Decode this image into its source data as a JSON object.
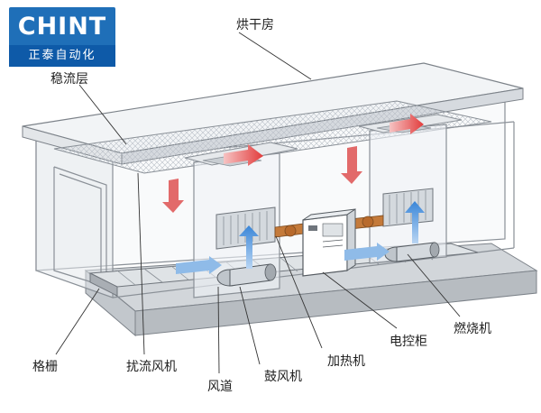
{
  "logo": {
    "brand": "CHINT",
    "subtitle": "正泰自动化"
  },
  "labels": {
    "drying_room": "烘干房",
    "flow_stabilizer": "稳流层",
    "grille": "格栅",
    "spoiler_fan": "扰流风机",
    "air_duct": "风道",
    "blower": "鼓风机",
    "heater": "加热机",
    "control_cabinet": "电控柜",
    "burner": "燃烧机"
  },
  "colors": {
    "logo_bg": "#1f6fb8",
    "hot_air": "#e23b3b",
    "cool_air": "#3a86d8"
  }
}
